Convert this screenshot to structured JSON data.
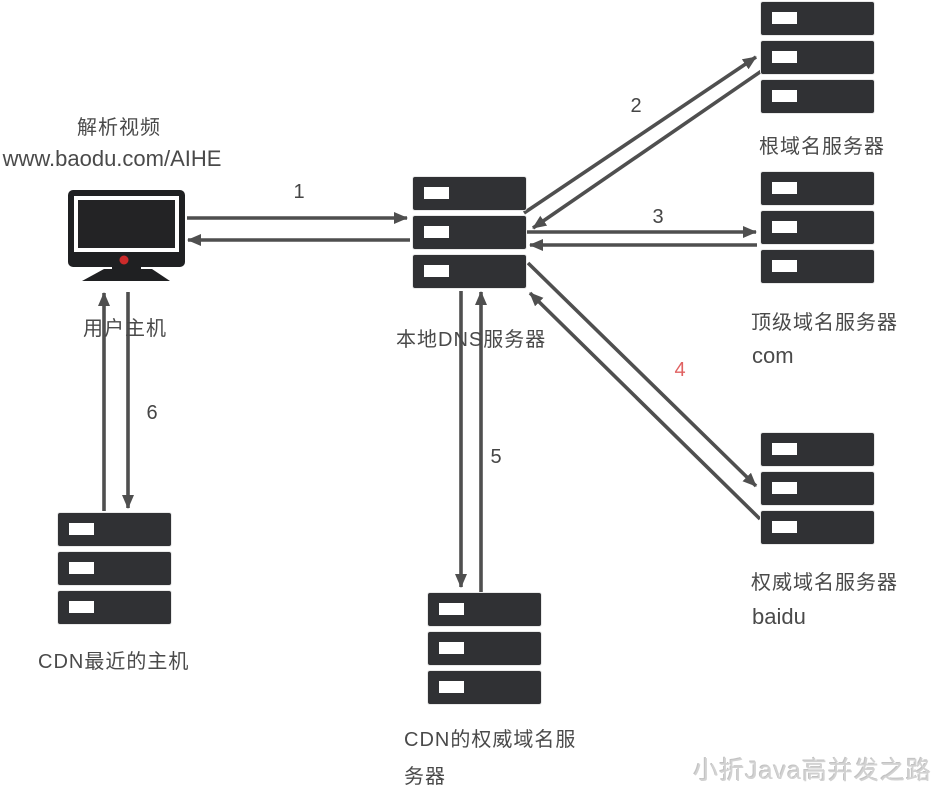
{
  "diagram": {
    "title_area": {
      "request_title": "解析视频",
      "request_url": "www.baodu.com/AIHE"
    },
    "nodes": {
      "user_host": {
        "label": "用户主机",
        "icon": "desktop-monitor-icon"
      },
      "local_dns": {
        "label": "本地DNS服务器",
        "icon": "server-stack-icon"
      },
      "root_dns": {
        "label": "根域名服务器",
        "icon": "server-stack-icon"
      },
      "tld_dns": {
        "label": "顶级域名服务器",
        "sublabel": "com",
        "icon": "server-stack-icon"
      },
      "auth_dns": {
        "label": "权威域名服务器",
        "sublabel": "baidu",
        "icon": "server-stack-icon"
      },
      "cdn_edge_host": {
        "label": "CDN最近的主机",
        "icon": "server-stack-icon"
      },
      "cdn_auth_dns": {
        "label": "CDN的权威域名服务器",
        "icon": "server-stack-icon"
      }
    },
    "steps": {
      "step1": {
        "label": "1",
        "from": "用户主机",
        "to": "本地DNS服务器",
        "highlighted": false
      },
      "step2": {
        "label": "2",
        "from": "本地DNS服务器",
        "to": "根域名服务器",
        "highlighted": false
      },
      "step3": {
        "label": "3",
        "from": "本地DNS服务器",
        "to": "顶级域名服务器",
        "highlighted": false
      },
      "step4": {
        "label": "4",
        "from": "本地DNS服务器",
        "to": "权威域名服务器",
        "highlighted": true
      },
      "step5": {
        "label": "5",
        "from": "本地DNS服务器",
        "to": "CDN的权威域名服务器",
        "highlighted": false
      },
      "step6": {
        "label": "6",
        "from": "用户主机",
        "to": "CDN最近的主机",
        "highlighted": false
      }
    },
    "watermark": "小折Java高并发之路",
    "colors": {
      "background": "#ffffff",
      "server_fill": "#303134",
      "arrow": "#4f4f4f",
      "label_text": "#4a4a4a",
      "step_highlight": "#e06262",
      "monitor_power_led": "#cc2a2a",
      "watermark_text": "#d2d2d2"
    }
  }
}
